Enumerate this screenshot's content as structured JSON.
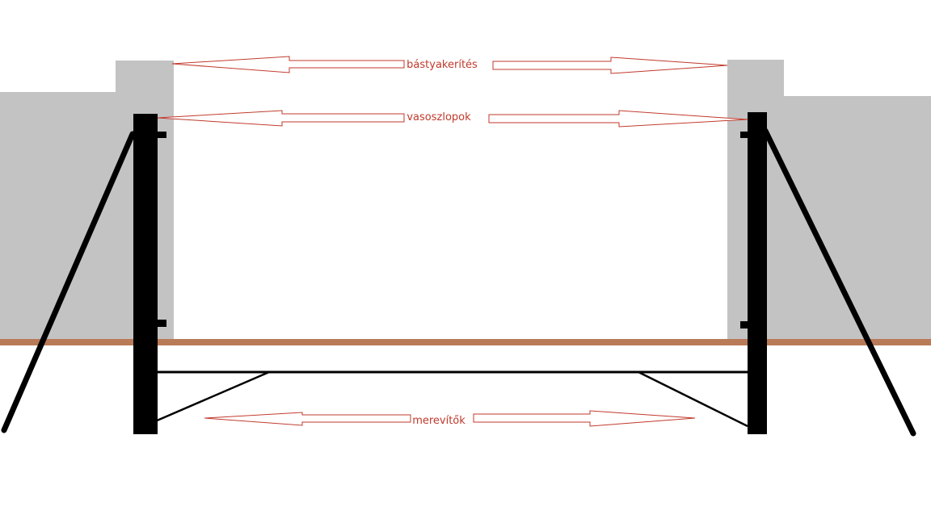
{
  "labels": {
    "bastya": "bástyakerítés",
    "oszlop": "vasoszlopok",
    "merevito": "merevítők"
  },
  "colors": {
    "wall": "#c3c3c3",
    "post": "#000000",
    "ground": "#b97a57",
    "arrow": "#c0392b",
    "background": "#ffffff"
  }
}
